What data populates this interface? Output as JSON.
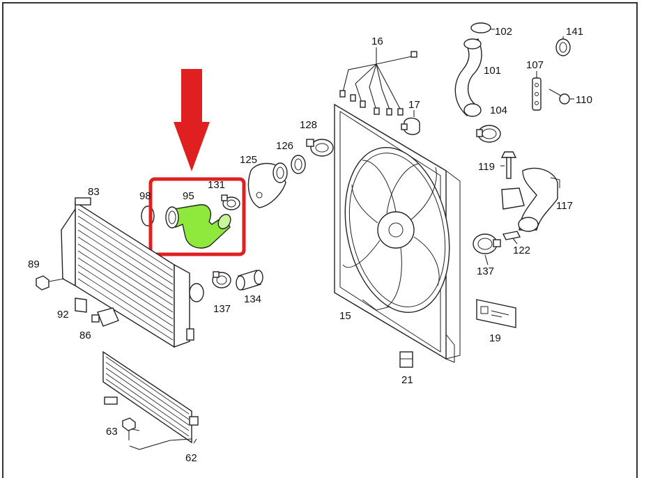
{
  "colors": {
    "arrow": "#e02020",
    "highlight_box": "#e02020",
    "highlighted_part": "#8fe83c",
    "outline": "#222222",
    "frame": "#333333"
  },
  "highlight": {
    "part_number": "95",
    "arrow": "down-arrow-icon"
  },
  "labels": {
    "p16": "16",
    "p102": "102",
    "p141": "141",
    "p101": "101",
    "p107": "107",
    "p110": "110",
    "p17": "17",
    "p104": "104",
    "p128": "128",
    "p126": "126",
    "p125": "125",
    "p119": "119",
    "p83": "83",
    "p98": "98",
    "p95": "95",
    "p131": "131",
    "p117": "117",
    "p122": "122",
    "p137a": "137",
    "p89": "89",
    "p137b": "137",
    "p134": "134",
    "p92": "92",
    "p15": "15",
    "p19": "19",
    "p86": "86",
    "p21": "21",
    "p63": "63",
    "p62": "62"
  }
}
